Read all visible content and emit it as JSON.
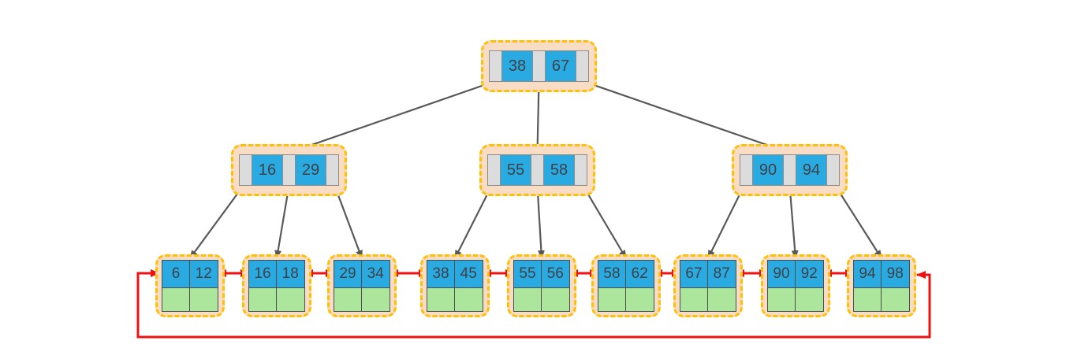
{
  "diagram": {
    "type": "b-plus-tree",
    "description": "B+ tree with circular doubly linked leaf level",
    "root": {
      "keys": [
        "38",
        "67"
      ]
    },
    "internal_nodes": [
      {
        "keys": [
          "16",
          "29"
        ]
      },
      {
        "keys": [
          "55",
          "58"
        ]
      },
      {
        "keys": [
          "90",
          "94"
        ]
      }
    ],
    "leaf_nodes": [
      {
        "keys": [
          "6",
          "12"
        ]
      },
      {
        "keys": [
          "16",
          "18"
        ]
      },
      {
        "keys": [
          "29",
          "34"
        ]
      },
      {
        "keys": [
          "38",
          "45"
        ]
      },
      {
        "keys": [
          "55",
          "56"
        ]
      },
      {
        "keys": [
          "58",
          "62"
        ]
      },
      {
        "keys": [
          "67",
          "87"
        ]
      },
      {
        "keys": [
          "90",
          "92"
        ]
      },
      {
        "keys": [
          "94",
          "98"
        ]
      }
    ],
    "colors": {
      "background": "#FFFFFF",
      "node_container": "#F8DCC3",
      "dashed_border": "#FFC000",
      "key_cell": "#29ABE2",
      "pointer_cell": "#DCDCDC",
      "leaf_slot_cell": "#ABE69C",
      "cell_border": "#8C8C8C",
      "leaf_grid_border": "#4D4D4D",
      "tree_arrow": "#595959",
      "linked_list_arrow": "#EE1111",
      "key_text": "#3F4046"
    }
  }
}
